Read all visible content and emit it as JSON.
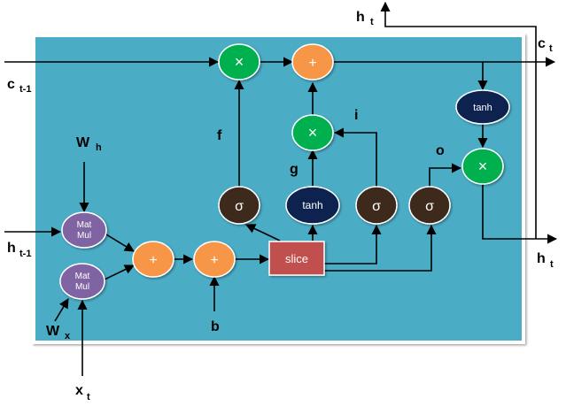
{
  "labels": {
    "c_prev": "c",
    "c_prev_sub": "t-1",
    "h_prev": "h",
    "h_prev_sub": "t-1",
    "w_h": "W",
    "w_h_sub": "h",
    "w_x": "W",
    "w_x_sub": "x",
    "x_t": "x",
    "x_t_sub": "t",
    "b": "b",
    "f": "f",
    "g": "g",
    "i": "i",
    "o": "o",
    "h_out_top": "h",
    "h_out_top_sub": "t",
    "c_out": "c",
    "c_out_sub": "t",
    "h_out_right": "h",
    "h_out_right_sub": "t"
  },
  "nodes": {
    "matmul_h_line1": "Mat",
    "matmul_h_line2": "Mul",
    "matmul_x_line1": "Mat",
    "matmul_x_line2": "Mul",
    "add_1": "+",
    "add_2": "+",
    "add_cell": "+",
    "mul_forget": "×",
    "mul_input": "×",
    "mul_output": "×",
    "sigma_f": "σ",
    "tanh_g": "tanh",
    "sigma_i": "σ",
    "sigma_o": "σ",
    "tanh_out": "tanh",
    "slice": "slice"
  },
  "colors": {
    "panel": "#4bacc6",
    "panel_border": "#ffffff",
    "multiply": "#00b050",
    "add": "#f79646",
    "sigma": "#3d2b1f",
    "tanh": "#0d2050",
    "matmul": "#8064a2",
    "slice": "#c0504d",
    "arrow": "#000000"
  }
}
